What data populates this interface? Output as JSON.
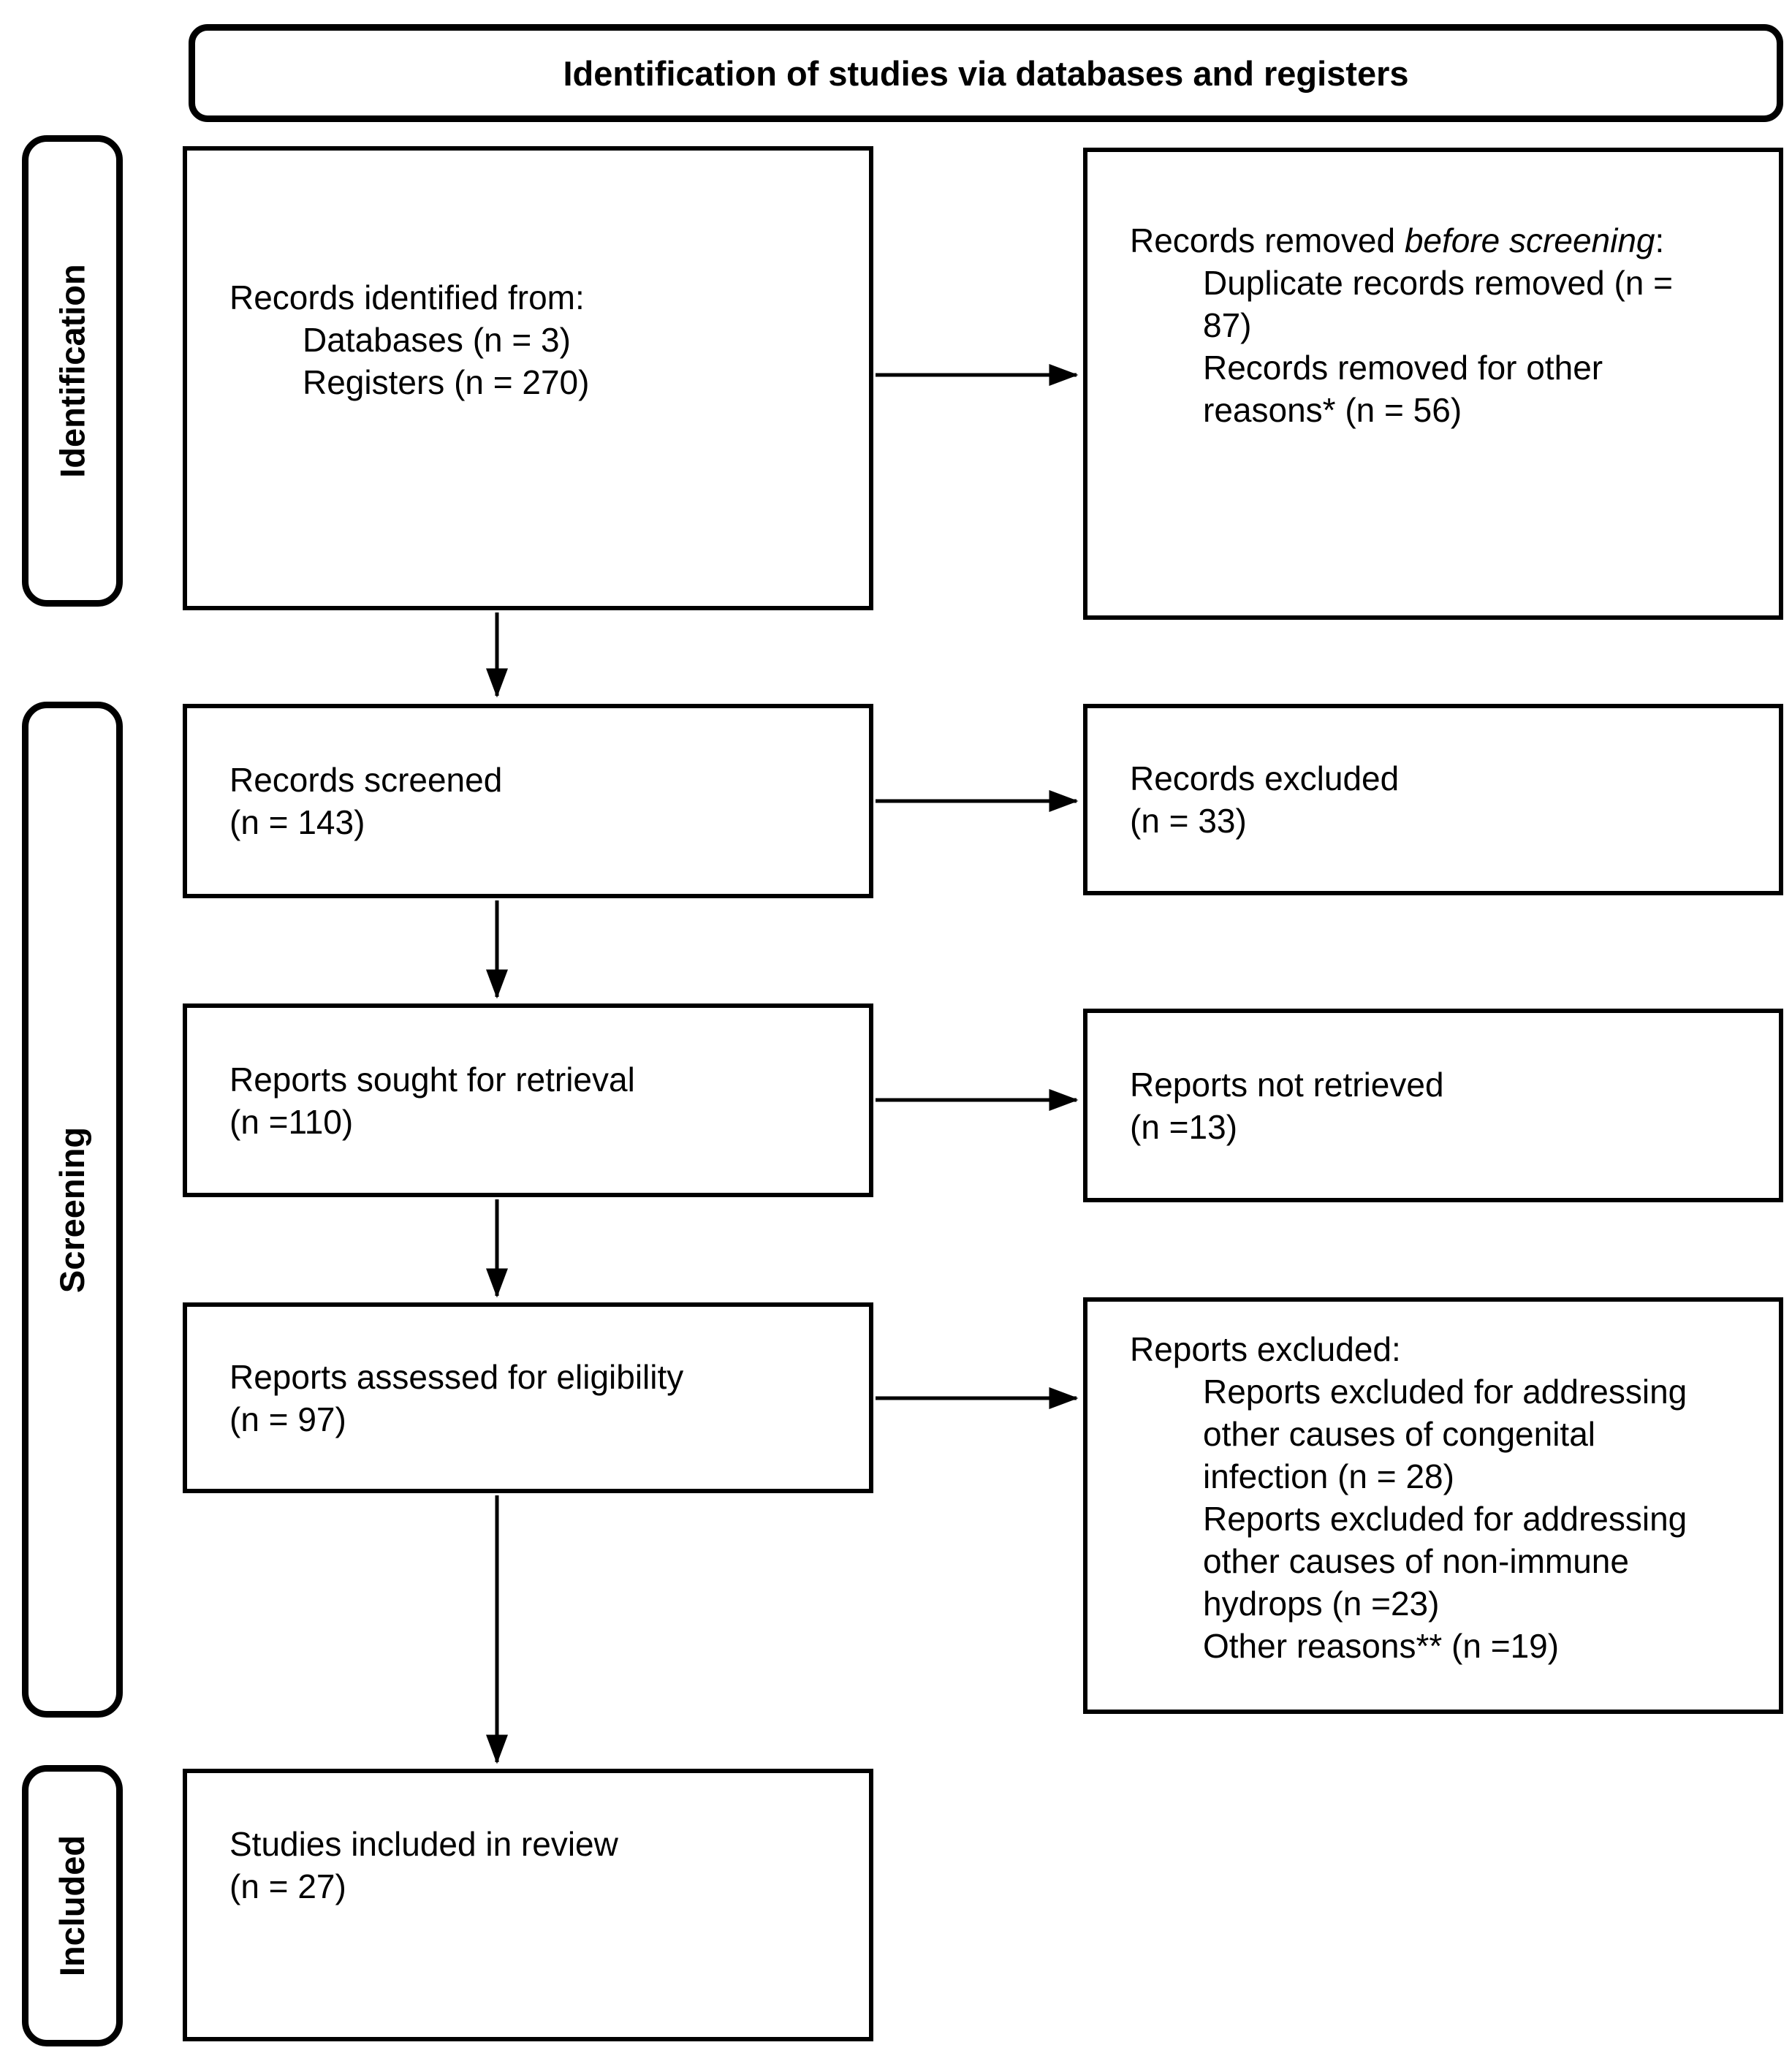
{
  "header": {
    "title": "Identification of studies via databases and registers"
  },
  "sidebar": {
    "identification": "Identification",
    "screening": "Screening",
    "included": "Included"
  },
  "flow": {
    "records_identified": {
      "heading": "Records identified from:",
      "items": [
        "Databases (n = 3)",
        "Registers (n = 270)"
      ]
    },
    "records_removed": {
      "lead": "Records removed ",
      "emphasis": "before screening",
      "suffix": ":",
      "items": [
        "Duplicate records removed (n = 87)",
        "Records removed for other reasons* (n = 56)"
      ]
    },
    "records_screened": {
      "line1": "Records screened",
      "line2": "(n = 143)"
    },
    "records_excluded": {
      "line1": "Records excluded",
      "line2": "(n = 33)"
    },
    "reports_sought": {
      "line1": "Reports sought for retrieval",
      "line2": "(n =110)"
    },
    "reports_not_retrieved": {
      "line1": "Reports not retrieved",
      "line2": "(n =13)"
    },
    "reports_assessed": {
      "line1": "Reports assessed for eligibility",
      "line2": "(n = 97)"
    },
    "reports_excluded": {
      "heading": "Reports excluded:",
      "items": [
        "Reports excluded for addressing other causes of congenital infection (n = 28)",
        "Reports excluded for addressing other causes of non-immune hydrops (n =23)",
        "Other reasons** (n =19)"
      ]
    },
    "studies_included": {
      "line1": "Studies included in review",
      "line2": "(n = 27)"
    }
  },
  "colors": {
    "ink": "#000000",
    "background": "#ffffff"
  }
}
